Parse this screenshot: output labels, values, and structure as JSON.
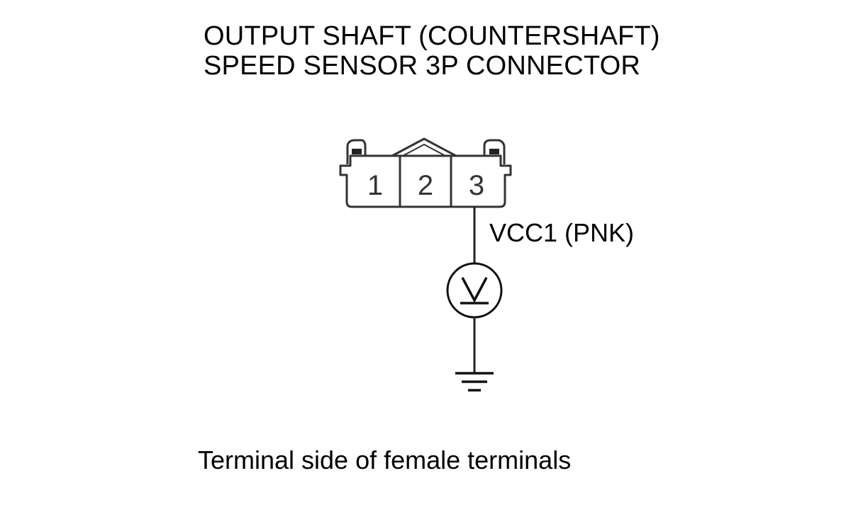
{
  "title": {
    "line1": "OUTPUT SHAFT (COUNTERSHAFT)",
    "line2": "SPEED SENSOR 3P CONNECTOR"
  },
  "connector": {
    "pins": [
      "1",
      "2",
      "3"
    ]
  },
  "wire": {
    "label": "VCC1 (PNK)"
  },
  "meter": {
    "icon": "voltmeter-icon",
    "symbol": "V"
  },
  "ground": {
    "icon": "ground-symbol-icon"
  },
  "footer": {
    "note": "Terminal side of female terminals"
  }
}
